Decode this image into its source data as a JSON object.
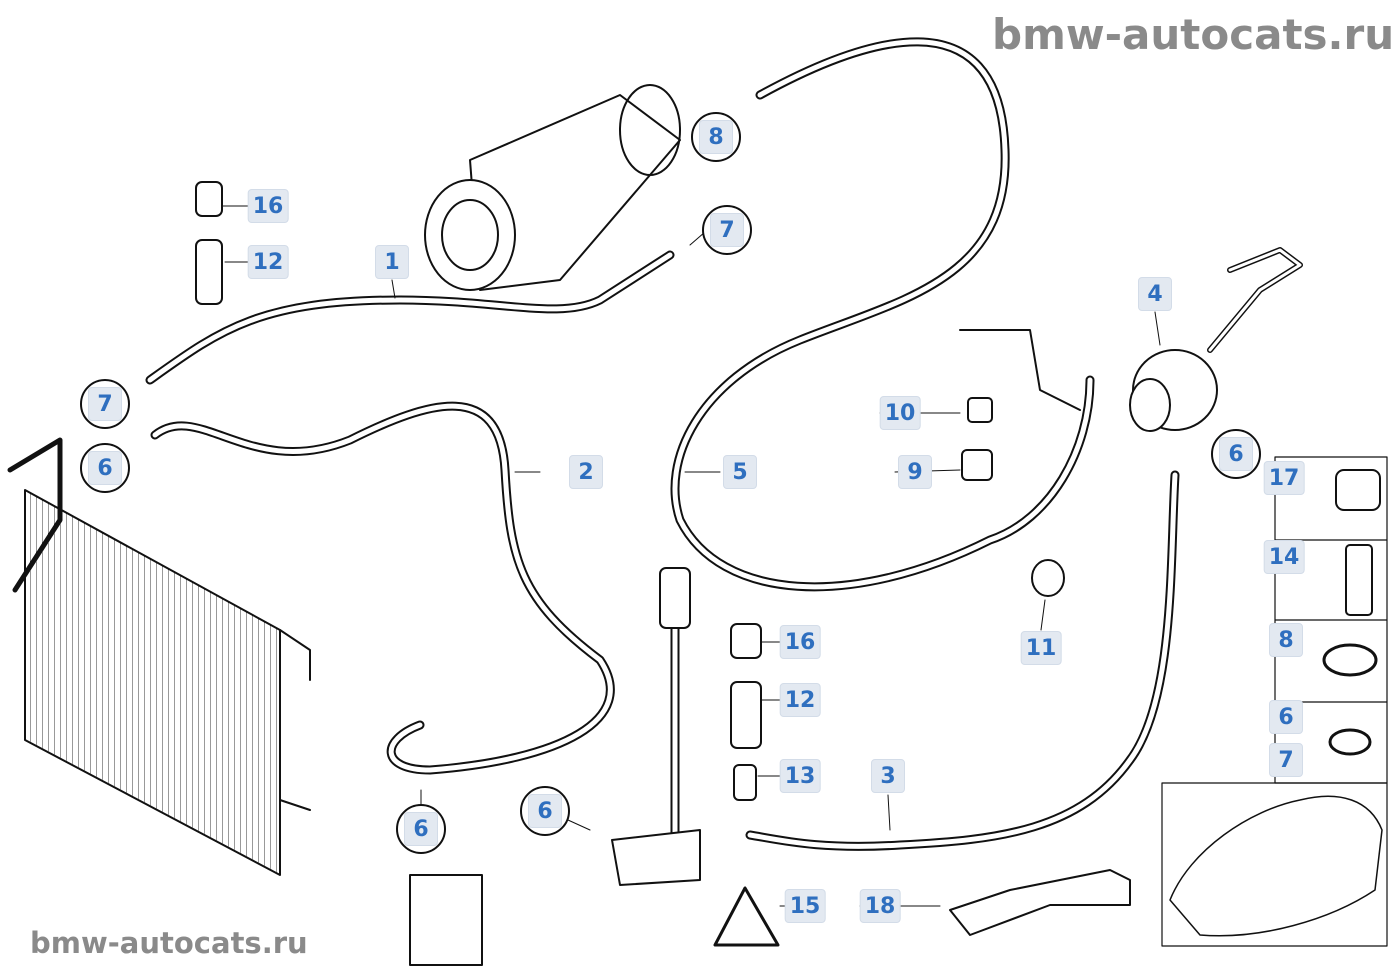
{
  "watermarks": {
    "top": "bmw-autocats.ru",
    "bottom": "bmw-autocats.ru"
  },
  "colors": {
    "label_bg": "#e3e9f1",
    "label_text": "#2f6fbf",
    "line": "#111111",
    "watermark": "#8a8a8a"
  },
  "callouts": [
    {
      "id": "c1",
      "text": "16",
      "circled": false
    },
    {
      "id": "c2",
      "text": "12",
      "circled": false
    },
    {
      "id": "c3",
      "text": "1",
      "circled": false
    },
    {
      "id": "c4",
      "text": "8",
      "circled": true
    },
    {
      "id": "c5",
      "text": "7",
      "circled": true
    },
    {
      "id": "c6",
      "text": "4",
      "circled": false
    },
    {
      "id": "c7",
      "text": "7",
      "circled": true
    },
    {
      "id": "c8",
      "text": "6",
      "circled": true
    },
    {
      "id": "c9",
      "text": "2",
      "circled": false
    },
    {
      "id": "c10",
      "text": "5",
      "circled": false
    },
    {
      "id": "c11",
      "text": "10",
      "circled": false
    },
    {
      "id": "c12",
      "text": "9",
      "circled": false
    },
    {
      "id": "c13",
      "text": "6",
      "circled": true
    },
    {
      "id": "c14",
      "text": "17",
      "circled": false
    },
    {
      "id": "c15",
      "text": "14",
      "circled": false
    },
    {
      "id": "c16",
      "text": "8",
      "circled": false
    },
    {
      "id": "c17",
      "text": "6",
      "circled": false
    },
    {
      "id": "c18",
      "text": "7",
      "circled": false
    },
    {
      "id": "c19",
      "text": "11",
      "circled": false
    },
    {
      "id": "c20",
      "text": "16",
      "circled": false
    },
    {
      "id": "c21",
      "text": "12",
      "circled": false
    },
    {
      "id": "c22",
      "text": "13",
      "circled": false
    },
    {
      "id": "c23",
      "text": "3",
      "circled": false
    },
    {
      "id": "c24",
      "text": "6",
      "circled": true
    },
    {
      "id": "c25",
      "text": "6",
      "circled": true
    },
    {
      "id": "c26",
      "text": "15",
      "circled": false
    },
    {
      "id": "c27",
      "text": "18",
      "circled": false
    }
  ]
}
